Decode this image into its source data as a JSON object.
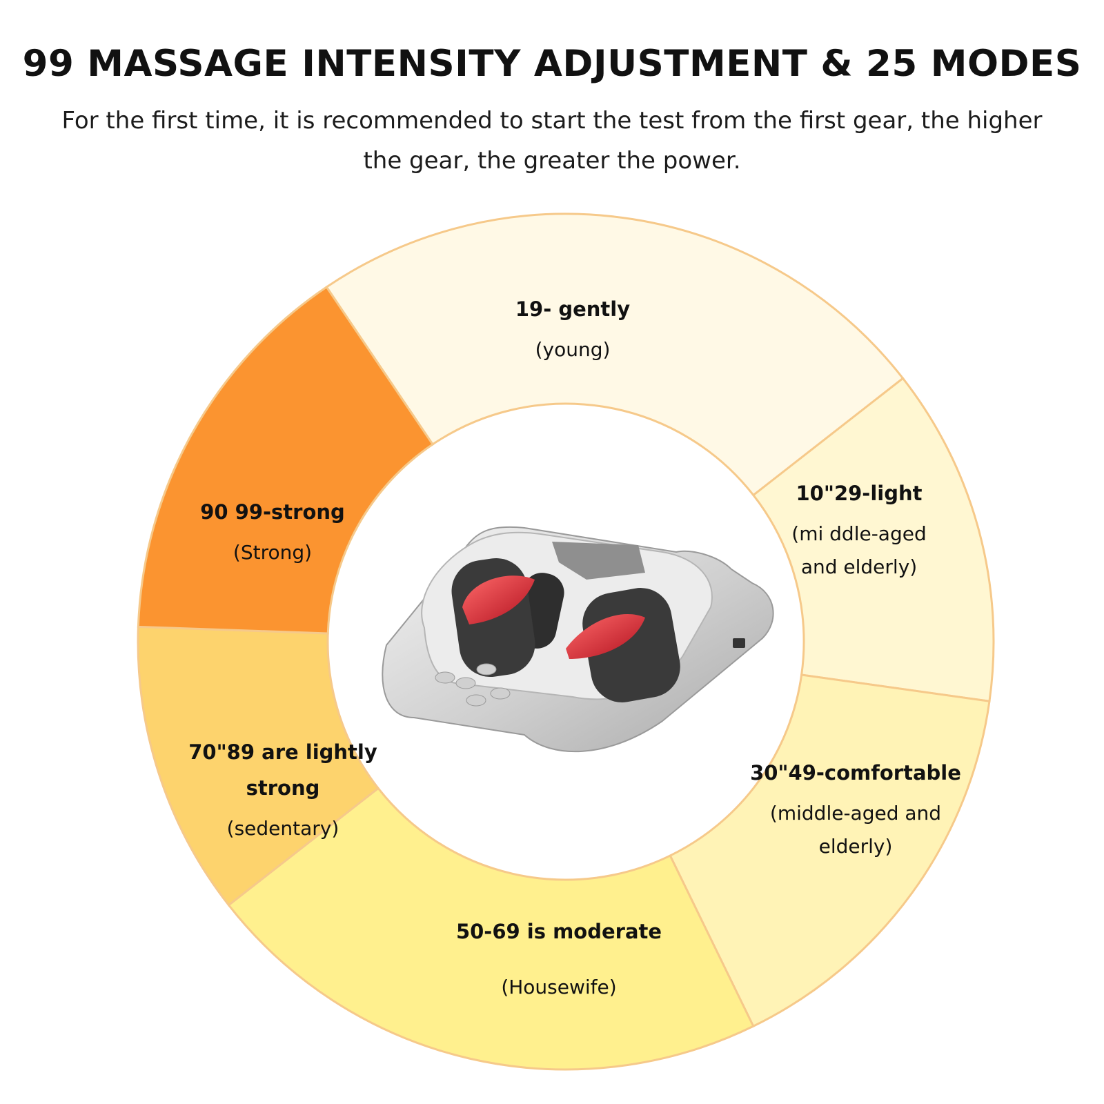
{
  "headline": "99 MASSAGE INTENSITY ADJUSTMENT & 25 MODES",
  "subtitle": "For the first time, it is recommended to start the test from the first gear, the higher the gear, the greater the power.",
  "segments": [
    {
      "title": [
        "19- gently"
      ],
      "desc": [
        "(young)"
      ],
      "color": "#fff9e6"
    },
    {
      "title": [
        "10\"29-light"
      ],
      "desc": [
        "(mi ddle-aged",
        "and elderly)"
      ],
      "color": "#fff7d2"
    },
    {
      "title": [
        "30\"49-comfortable"
      ],
      "desc": [
        "(middle-aged and",
        "elderly)"
      ],
      "color": "#fff3b6"
    },
    {
      "title": [
        "50-69 is moderate"
      ],
      "desc": [
        "(Housewife)"
      ],
      "color": "#fff08e"
    },
    {
      "title": [
        "70\"89 are lightly",
        "strong"
      ],
      "desc": [
        "(sedentary)"
      ],
      "color": "#fdd36d"
    },
    {
      "title": [
        "90 99-strong"
      ],
      "desc": [
        "(Strong)"
      ],
      "color": "#fb9430"
    }
  ],
  "device": {
    "body_color": "#d9d9d9",
    "pad_color": "#3a3a3a",
    "accent_color": "#d8263b"
  }
}
